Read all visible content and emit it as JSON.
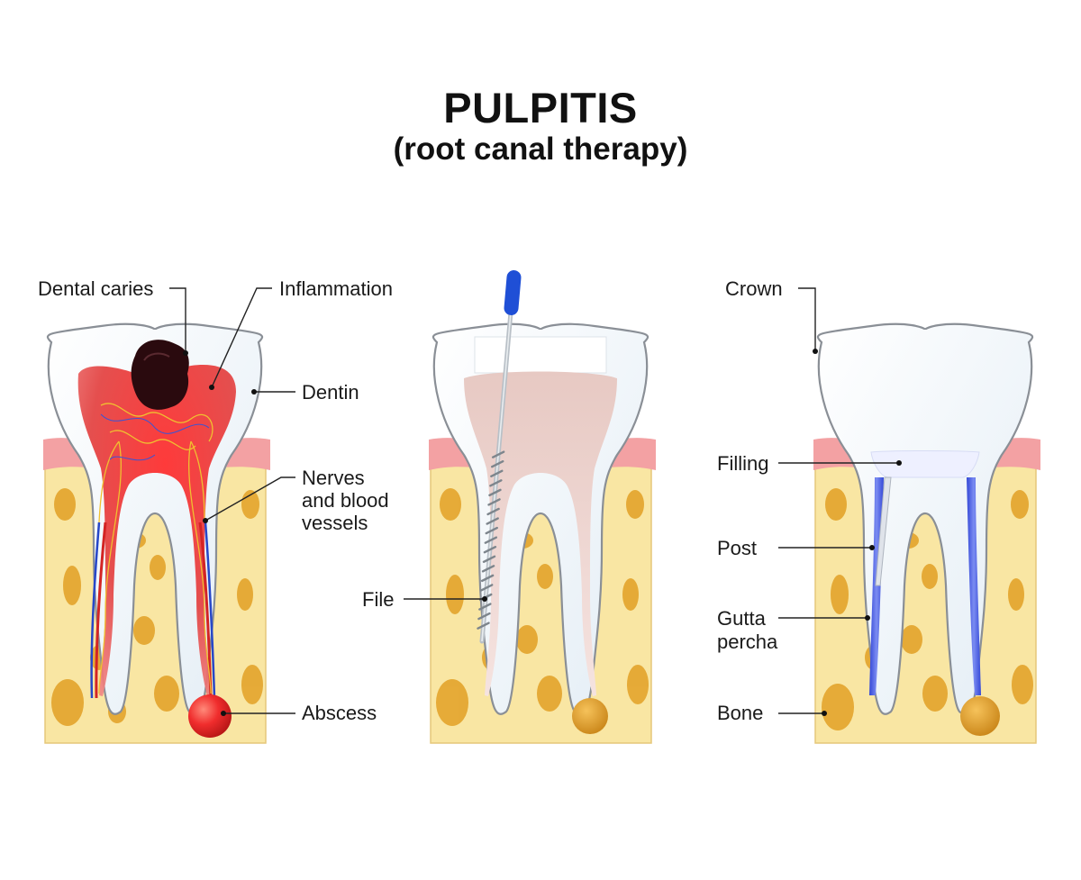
{
  "title": "PULPITIS",
  "subtitle": "(root canal therapy)",
  "labels": {
    "dental_caries": "Dental caries",
    "inflammation": "Inflammation",
    "dentin": "Dentin",
    "nerves_line1": "Nerves",
    "nerves_line2": "and blood",
    "nerves_line3": "vessels",
    "abscess": "Abscess",
    "file": "File",
    "crown": "Crown",
    "filling": "Filling",
    "post": "Post",
    "gutta_line1": "Gutta",
    "gutta_line2": "percha",
    "bone": "Bone"
  },
  "colors": {
    "bone": "#f9e6a3",
    "bone_spots": "#e3a42c",
    "gum": "#f3a1a3",
    "enamel": "#f2f7fb",
    "enamel_outline": "#8a8f96",
    "pulp_inflamed": "#e8353d",
    "caries": "#2a0a0e",
    "file_handle": "#1f4fd6",
    "gutta_percha": "#4a5fe0",
    "abscess": "#e82a2a"
  }
}
